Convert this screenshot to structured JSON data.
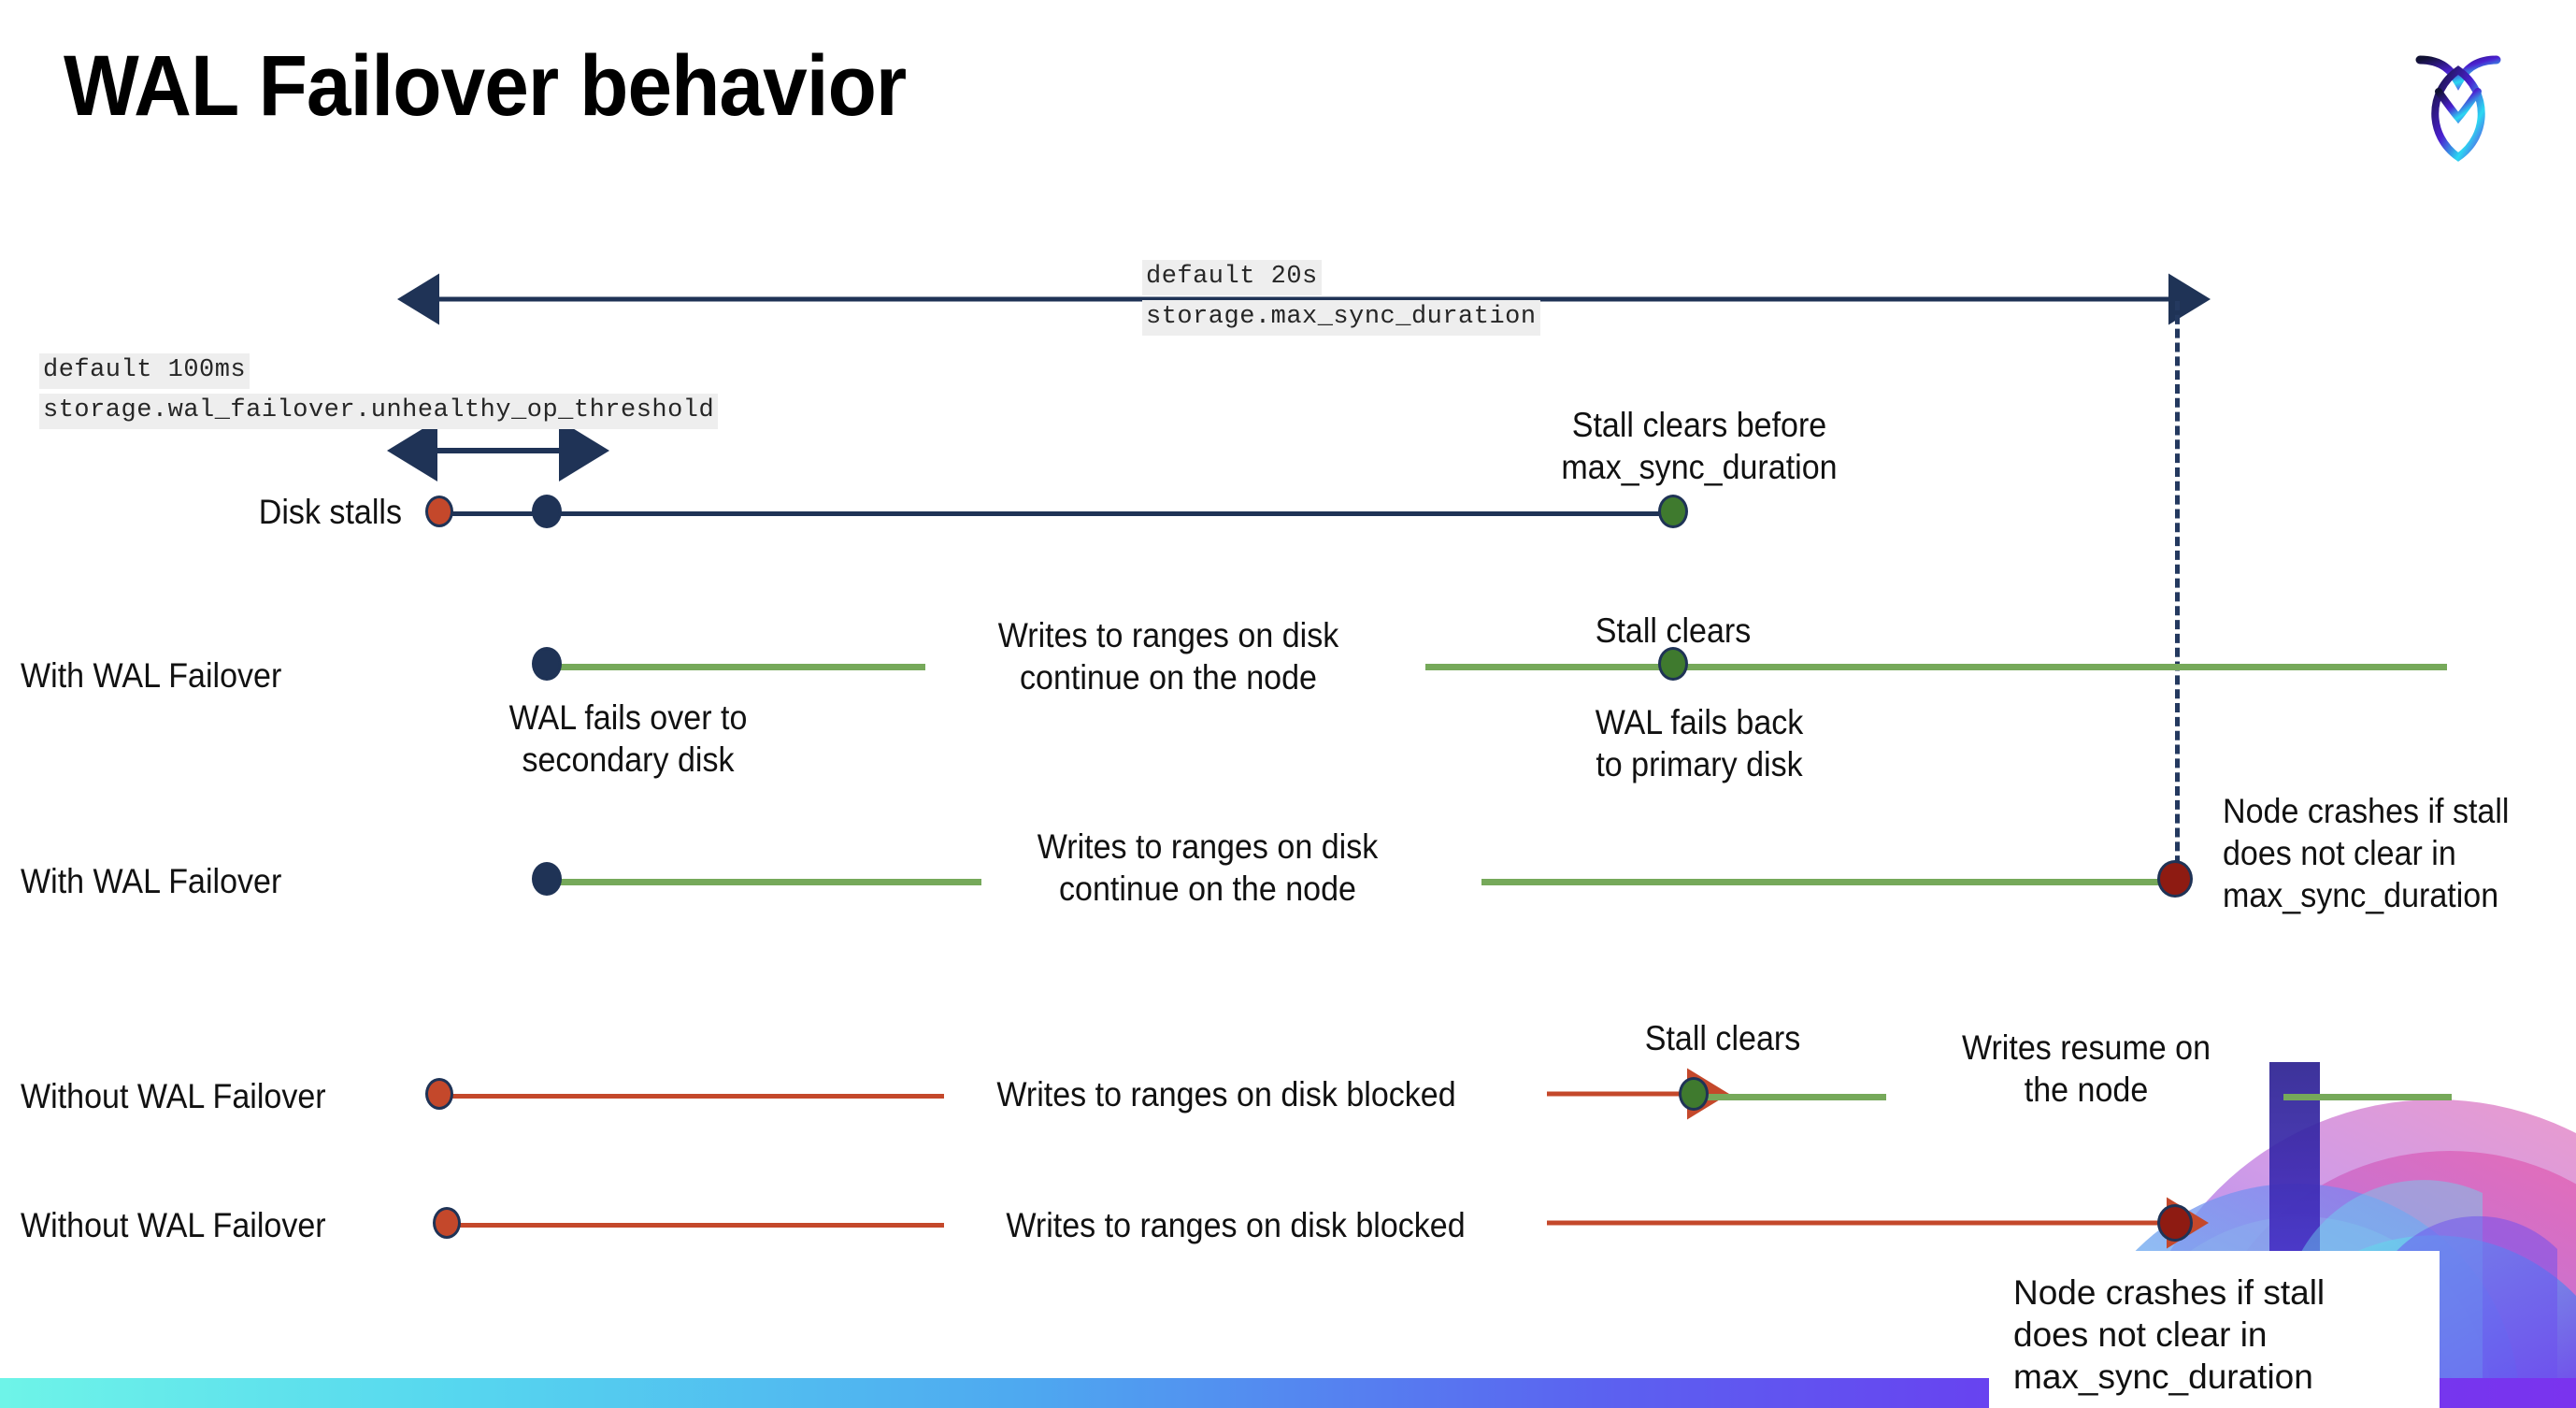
{
  "slide": {
    "title": "WAL Failover behavior",
    "brand_logo": "cockroachdb-logo-icon"
  },
  "colors": {
    "navy": "#1f3356",
    "green_line": "#76a95a",
    "red_line": "#c4482b",
    "green_dot": "#3f7a2e",
    "red_dot": "#c4482b",
    "dark_red_dot": "#8e1b12",
    "code_chip_bg": "#eeeeee",
    "bottom_bar_gradient": "#6ef4e8 → #7a33ee"
  },
  "settings": {
    "max_sync": {
      "default_label": "default 20s",
      "setting_name": "storage.max_sync_duration"
    },
    "unhealthy_threshold": {
      "default_label": "default 100ms",
      "setting_name": "storage.wal_failover.unhealthy_op_threshold"
    }
  },
  "rows": [
    {
      "id": "disk-stalls",
      "label": "Disk stalls",
      "annotation_top": "Stall clears before\nmax_sync_duration"
    },
    {
      "id": "with-wal-failover-clears",
      "label": "With WAL Failover",
      "annotation_below_start": "WAL fails over to\nsecondary disk",
      "annotation_mid": "Writes to ranges on disk\ncontinue on the node",
      "annotation_top_right": "Stall clears",
      "annotation_below_right": "WAL fails  back\nto primary disk"
    },
    {
      "id": "with-wal-failover-crash",
      "label": "With WAL Failover",
      "annotation_mid": "Writes to ranges on disk\ncontinue on the node",
      "annotation_end": "Node crashes if stall\ndoes not clear in\nmax_sync_duration"
    },
    {
      "id": "without-wal-failover-clears",
      "label": "Without WAL Failover",
      "annotation_mid": "Writes to ranges on disk  blocked",
      "annotation_top_right": "Stall clears",
      "annotation_right": "Writes resume on\nthe node"
    },
    {
      "id": "without-wal-failover-crash",
      "label": "Without WAL Failover",
      "annotation_mid": "Writes to ranges on disk  blocked",
      "annotation_end": "Node crashes if stall\ndoes not clear in\nmax_sync_duration"
    }
  ]
}
